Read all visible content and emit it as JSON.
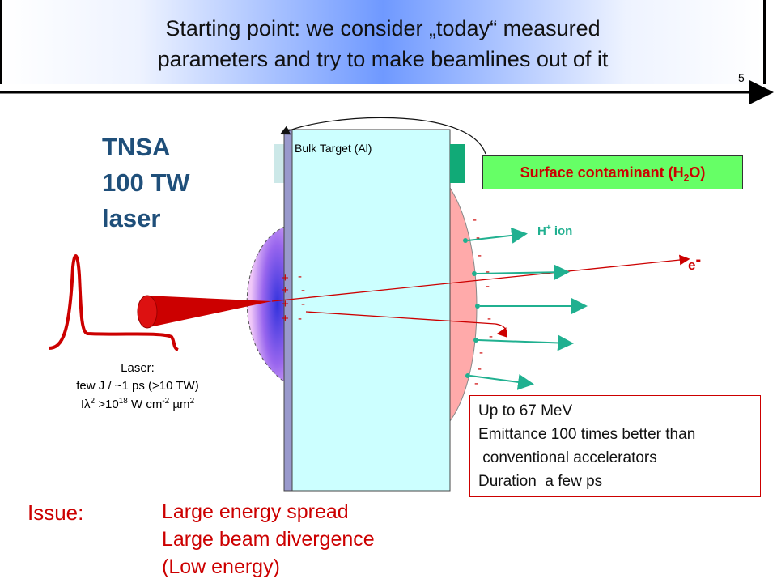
{
  "slide": {
    "title_line_1": "Starting point: we consider „today“ measured",
    "title_line_2": "parameters and try to make beamlines out of it",
    "number": "5"
  },
  "diagram": {
    "tnsa_label": [
      "TNSA",
      "100 TW",
      "laser"
    ],
    "target_label": "Bulk Target (Al)",
    "contaminant_label": "Surface contaminant (H",
    "contaminant_sub": "2",
    "contaminant_close": "O)",
    "ion_label": "H",
    "ion_sup": "+",
    "ion_suffix": " ion",
    "electron_label": "e",
    "electron_sup": "-",
    "laser_label_1": "Laser:",
    "laser_label_2": "few J / ~1 ps (>10 TW)",
    "laser_label_3_pre": "Iλ",
    "laser_label_3_sup1": "2",
    "laser_label_3_mid": " >10",
    "laser_label_3_sup2": "18",
    "laser_label_3_mid2": " W cm",
    "laser_label_3_sup3": "-2",
    "laser_label_3_mid3": " µm",
    "laser_label_3_sup4": "2",
    "plus_sign": "+",
    "minus_sign": "-",
    "colors": {
      "title_gradient_center": "#6f99ff",
      "tnsa_text": "#1f4f7a",
      "target_fill": "#ccffff",
      "laser_red": "#cc0000",
      "ion_arrow": "#20b090",
      "contaminant_green": "#66ff66",
      "sheath_pink": "#ffaaaa"
    }
  },
  "results": [
    "Up to 67 MeV",
    "Emittance 100 times better than",
    " conventional accelerators",
    "Duration  a few ps"
  ],
  "issues": {
    "label": "Issue:",
    "items": [
      "Large energy spread",
      "Large beam divergence",
      "(Low energy)"
    ]
  }
}
